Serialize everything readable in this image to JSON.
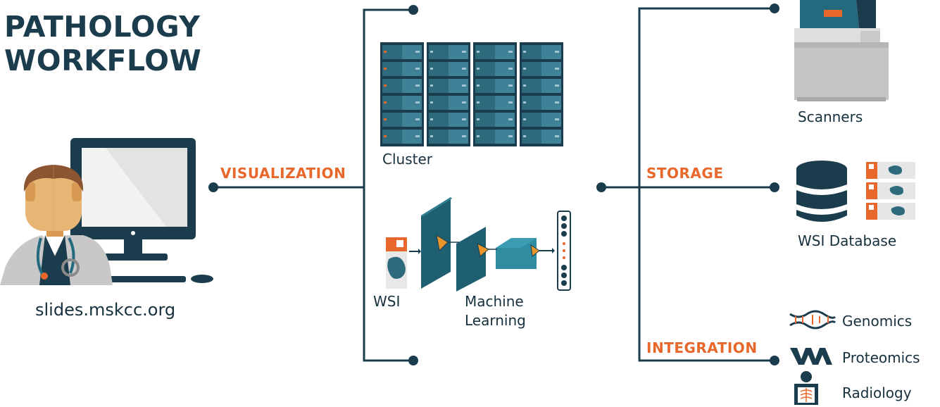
{
  "title": {
    "line1": "PATHOLOGY",
    "line2": "WORKFLOW"
  },
  "workstation": {
    "caption": "slides.mskcc.org"
  },
  "branches": {
    "visualization": "VISUALIZATION",
    "storage": "STORAGE",
    "integration": "INTEGRATION"
  },
  "compute": {
    "cluster": "Cluster",
    "wsi": "WSI",
    "ml_line1": "Machine",
    "ml_line2": "Learning"
  },
  "right": {
    "scanners": "Scanners",
    "wsi_database": "WSI Database",
    "genomics": "Genomics",
    "proteomics": "Proteomics",
    "radiology": "Radiology"
  },
  "colors": {
    "navy": "#1b3c4c",
    "teal": "#246a7f",
    "orange": "#e8672b"
  }
}
